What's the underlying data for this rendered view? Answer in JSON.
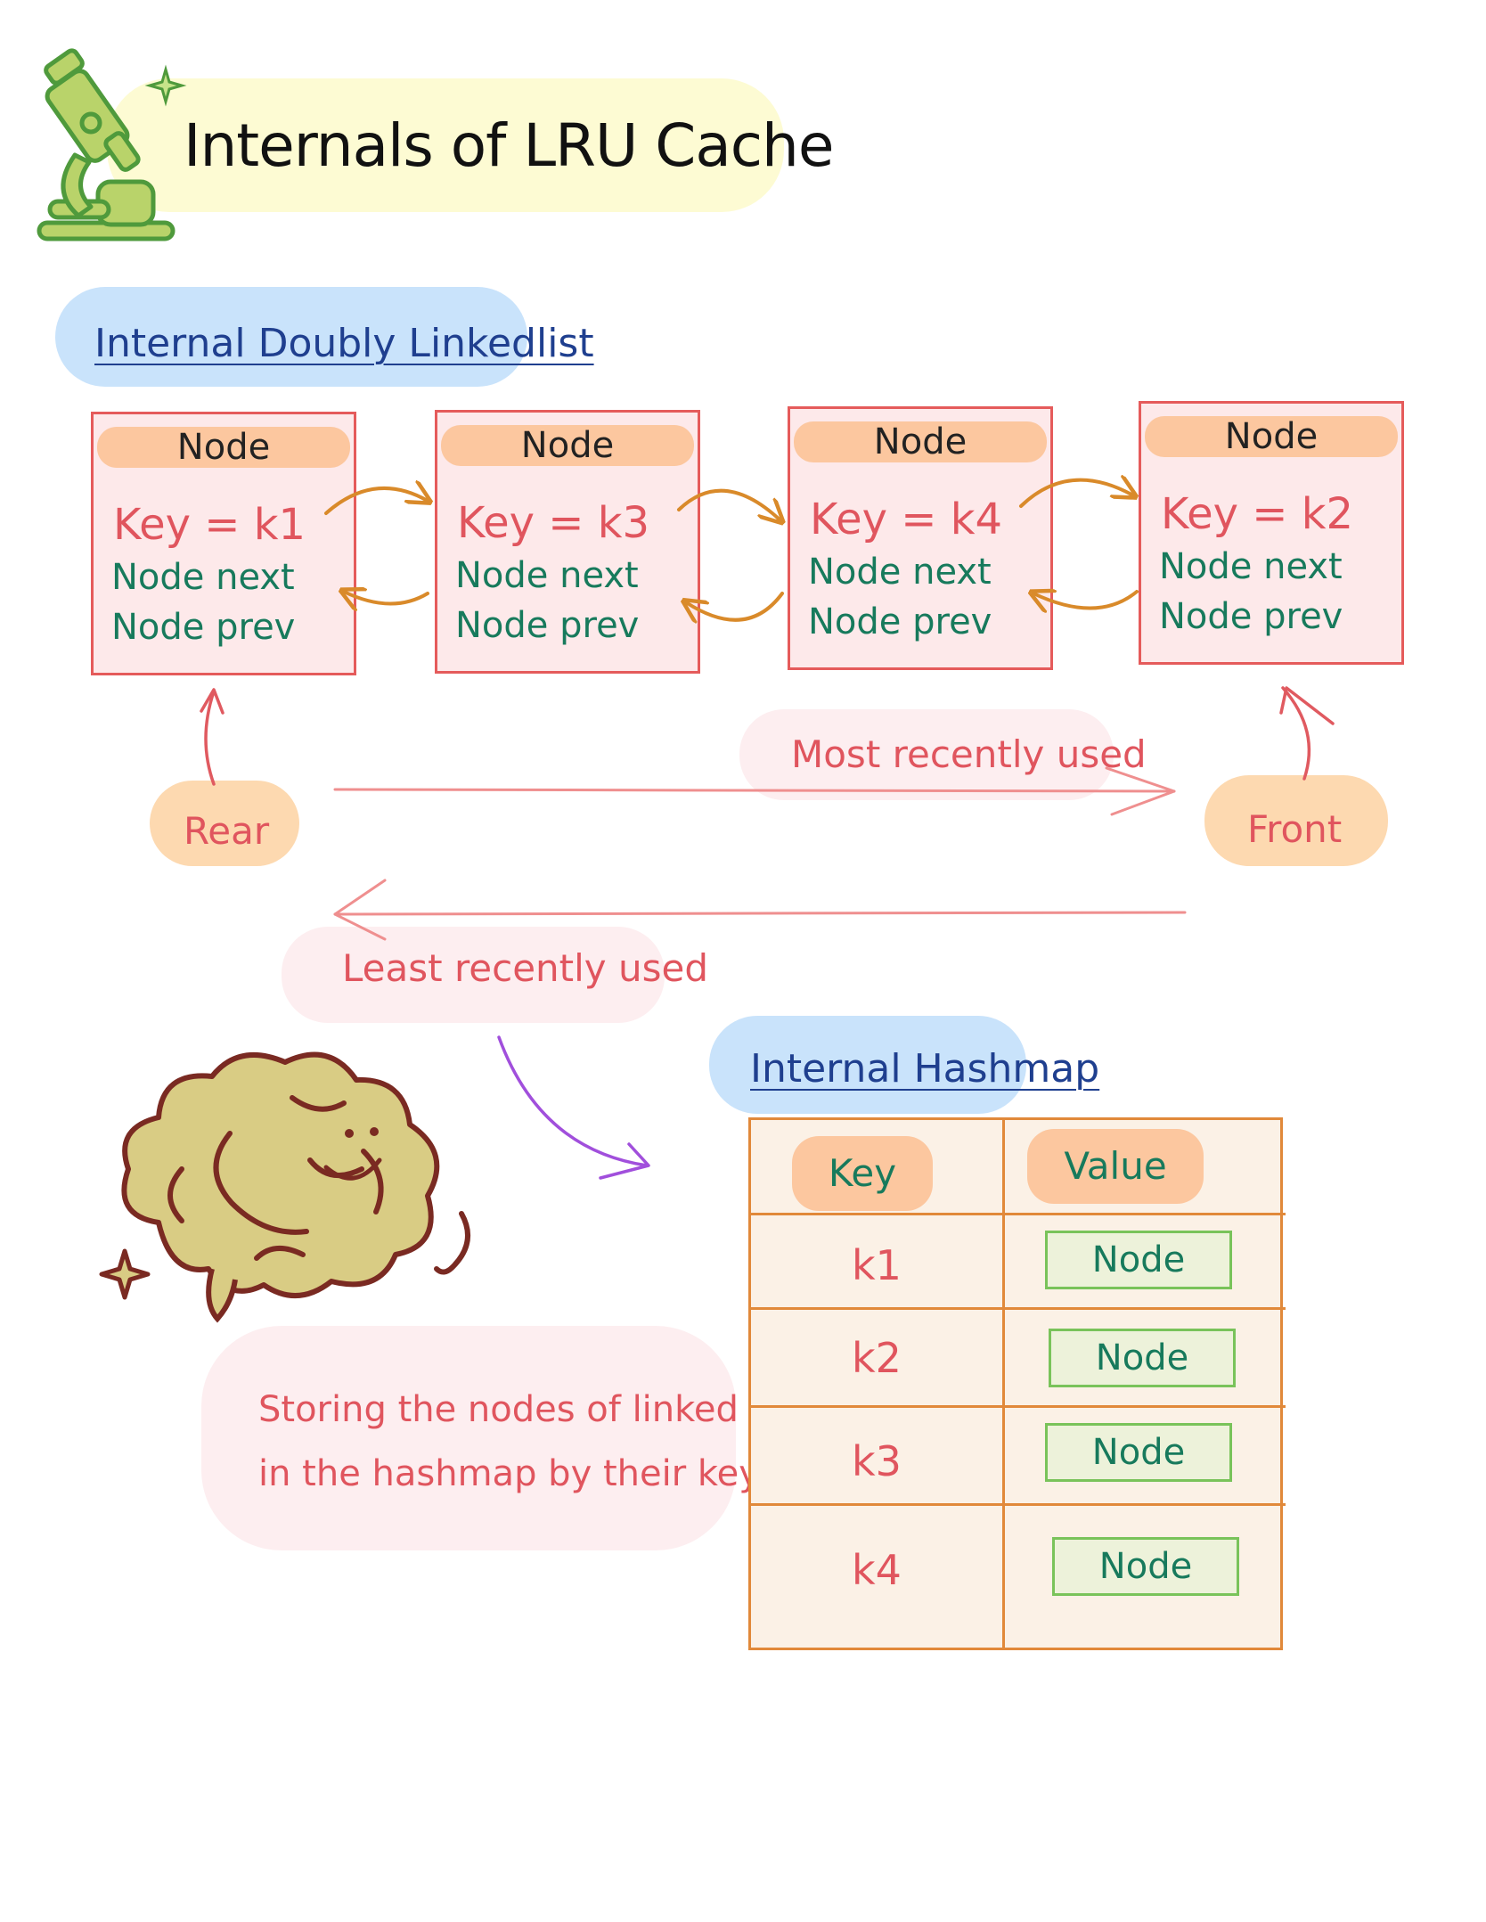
{
  "title": "Internals of LRU Cache",
  "linked_list": {
    "heading": "Internal Doubly Linkedlist",
    "nodes": [
      {
        "header": "Node",
        "key": "Key = k1",
        "next": "Node next",
        "prev": "Node prev"
      },
      {
        "header": "Node",
        "key": "Key = k3",
        "next": "Node next",
        "prev": "Node prev"
      },
      {
        "header": "Node",
        "key": "Key = k4",
        "next": "Node next",
        "prev": "Node prev"
      },
      {
        "header": "Node",
        "key": "Key = k2",
        "next": "Node next",
        "prev": "Node prev"
      }
    ],
    "rear_label": "Rear",
    "front_label": "Front",
    "most_recent_label": "Most recently used",
    "least_recent_label": "Least recently used"
  },
  "hashmap": {
    "heading": "Internal Hashmap",
    "columns": [
      "Key",
      "Value"
    ],
    "rows": [
      {
        "key": "k1",
        "value": "Node"
      },
      {
        "key": "k2",
        "value": "Node"
      },
      {
        "key": "k3",
        "value": "Node"
      },
      {
        "key": "k4",
        "value": "Node"
      }
    ]
  },
  "note": {
    "line1": "Storing the nodes of linked list",
    "line2": "in the hashmap by their key"
  },
  "colors": {
    "node_border": "#e55b5b",
    "node_fill": "#fde9ea",
    "node_header": "#fcc79f",
    "arrow_orange": "#d98a2a",
    "arrow_pink": "#ef8f8f",
    "arrow_purple": "#a14fdc",
    "highlight_blue": "#c9e3fb",
    "highlight_yellow": "#fdfbd3",
    "highlight_pink": "#fdeef0",
    "table_border": "#e1893a",
    "value_box_border": "#79c35a",
    "text_green": "#177a5c",
    "text_red": "#e0555e",
    "heading_blue": "#1f3f8f"
  },
  "icons": [
    "microscope-icon",
    "brain-doodle-icon",
    "sparkle-icon"
  ]
}
